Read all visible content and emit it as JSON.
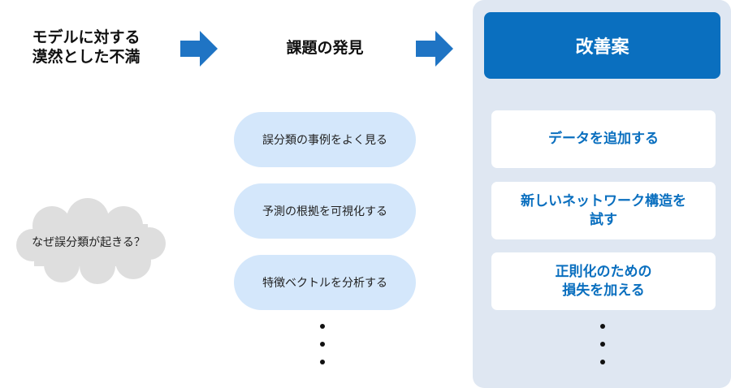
{
  "steps": {
    "dissatisfaction": "モデルに対する\n漠然とした不満",
    "discovery": "課題の発見",
    "improvement": "改善案"
  },
  "question": "なぜ誤分類が起きる？",
  "issues": [
    "誤分類の事例をよく見る",
    "予測の根拠を可視化する",
    "特徴ベクトルを分析する"
  ],
  "improvements": [
    "データを追加する",
    "新しいネットワーク構造を\n試す",
    "正則化のための\n損失を加える"
  ],
  "colors": {
    "accent": "#0a6fbf",
    "arrow": "#1f74c4",
    "pill": "#d4e7fb",
    "panel": "#dfe7f2",
    "cloud": "#dedede"
  }
}
